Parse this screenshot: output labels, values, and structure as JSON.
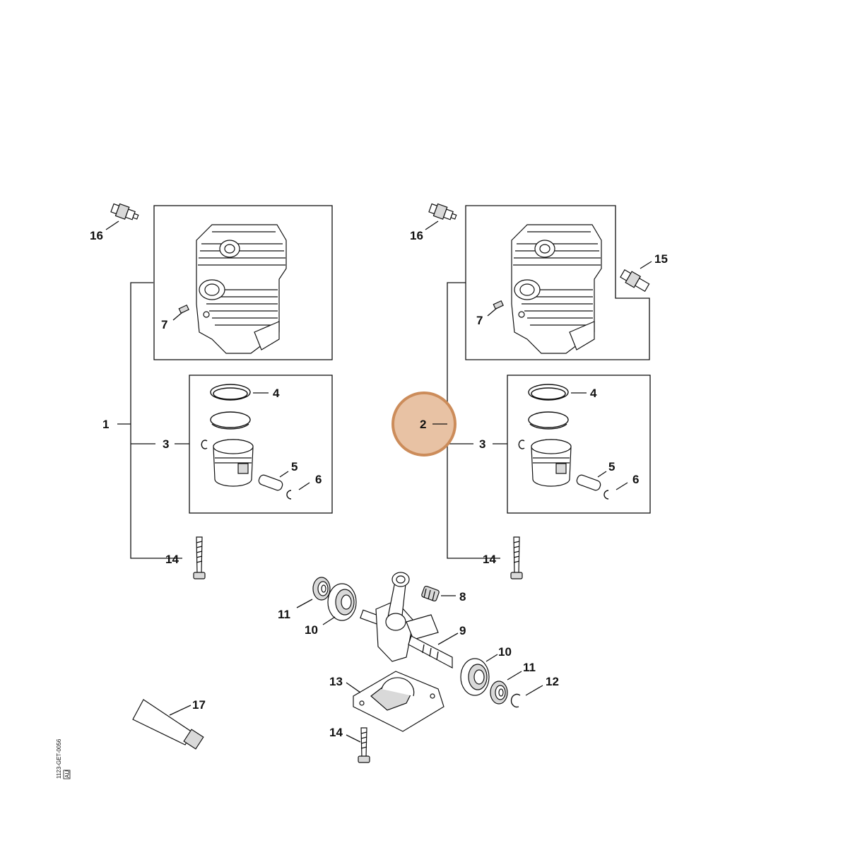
{
  "diagram": {
    "labels": [
      "1",
      "2",
      "3",
      "4",
      "5",
      "6",
      "7",
      "8",
      "9",
      "10",
      "11",
      "12",
      "13",
      "14",
      "15",
      "16",
      "17"
    ],
    "highlight_color": "#e8c2a4",
    "highlight_border": "#cc8c5a",
    "highlighted_label": "2",
    "figure_code": "1123-GET-0056",
    "figure_code_tag": "AU"
  }
}
